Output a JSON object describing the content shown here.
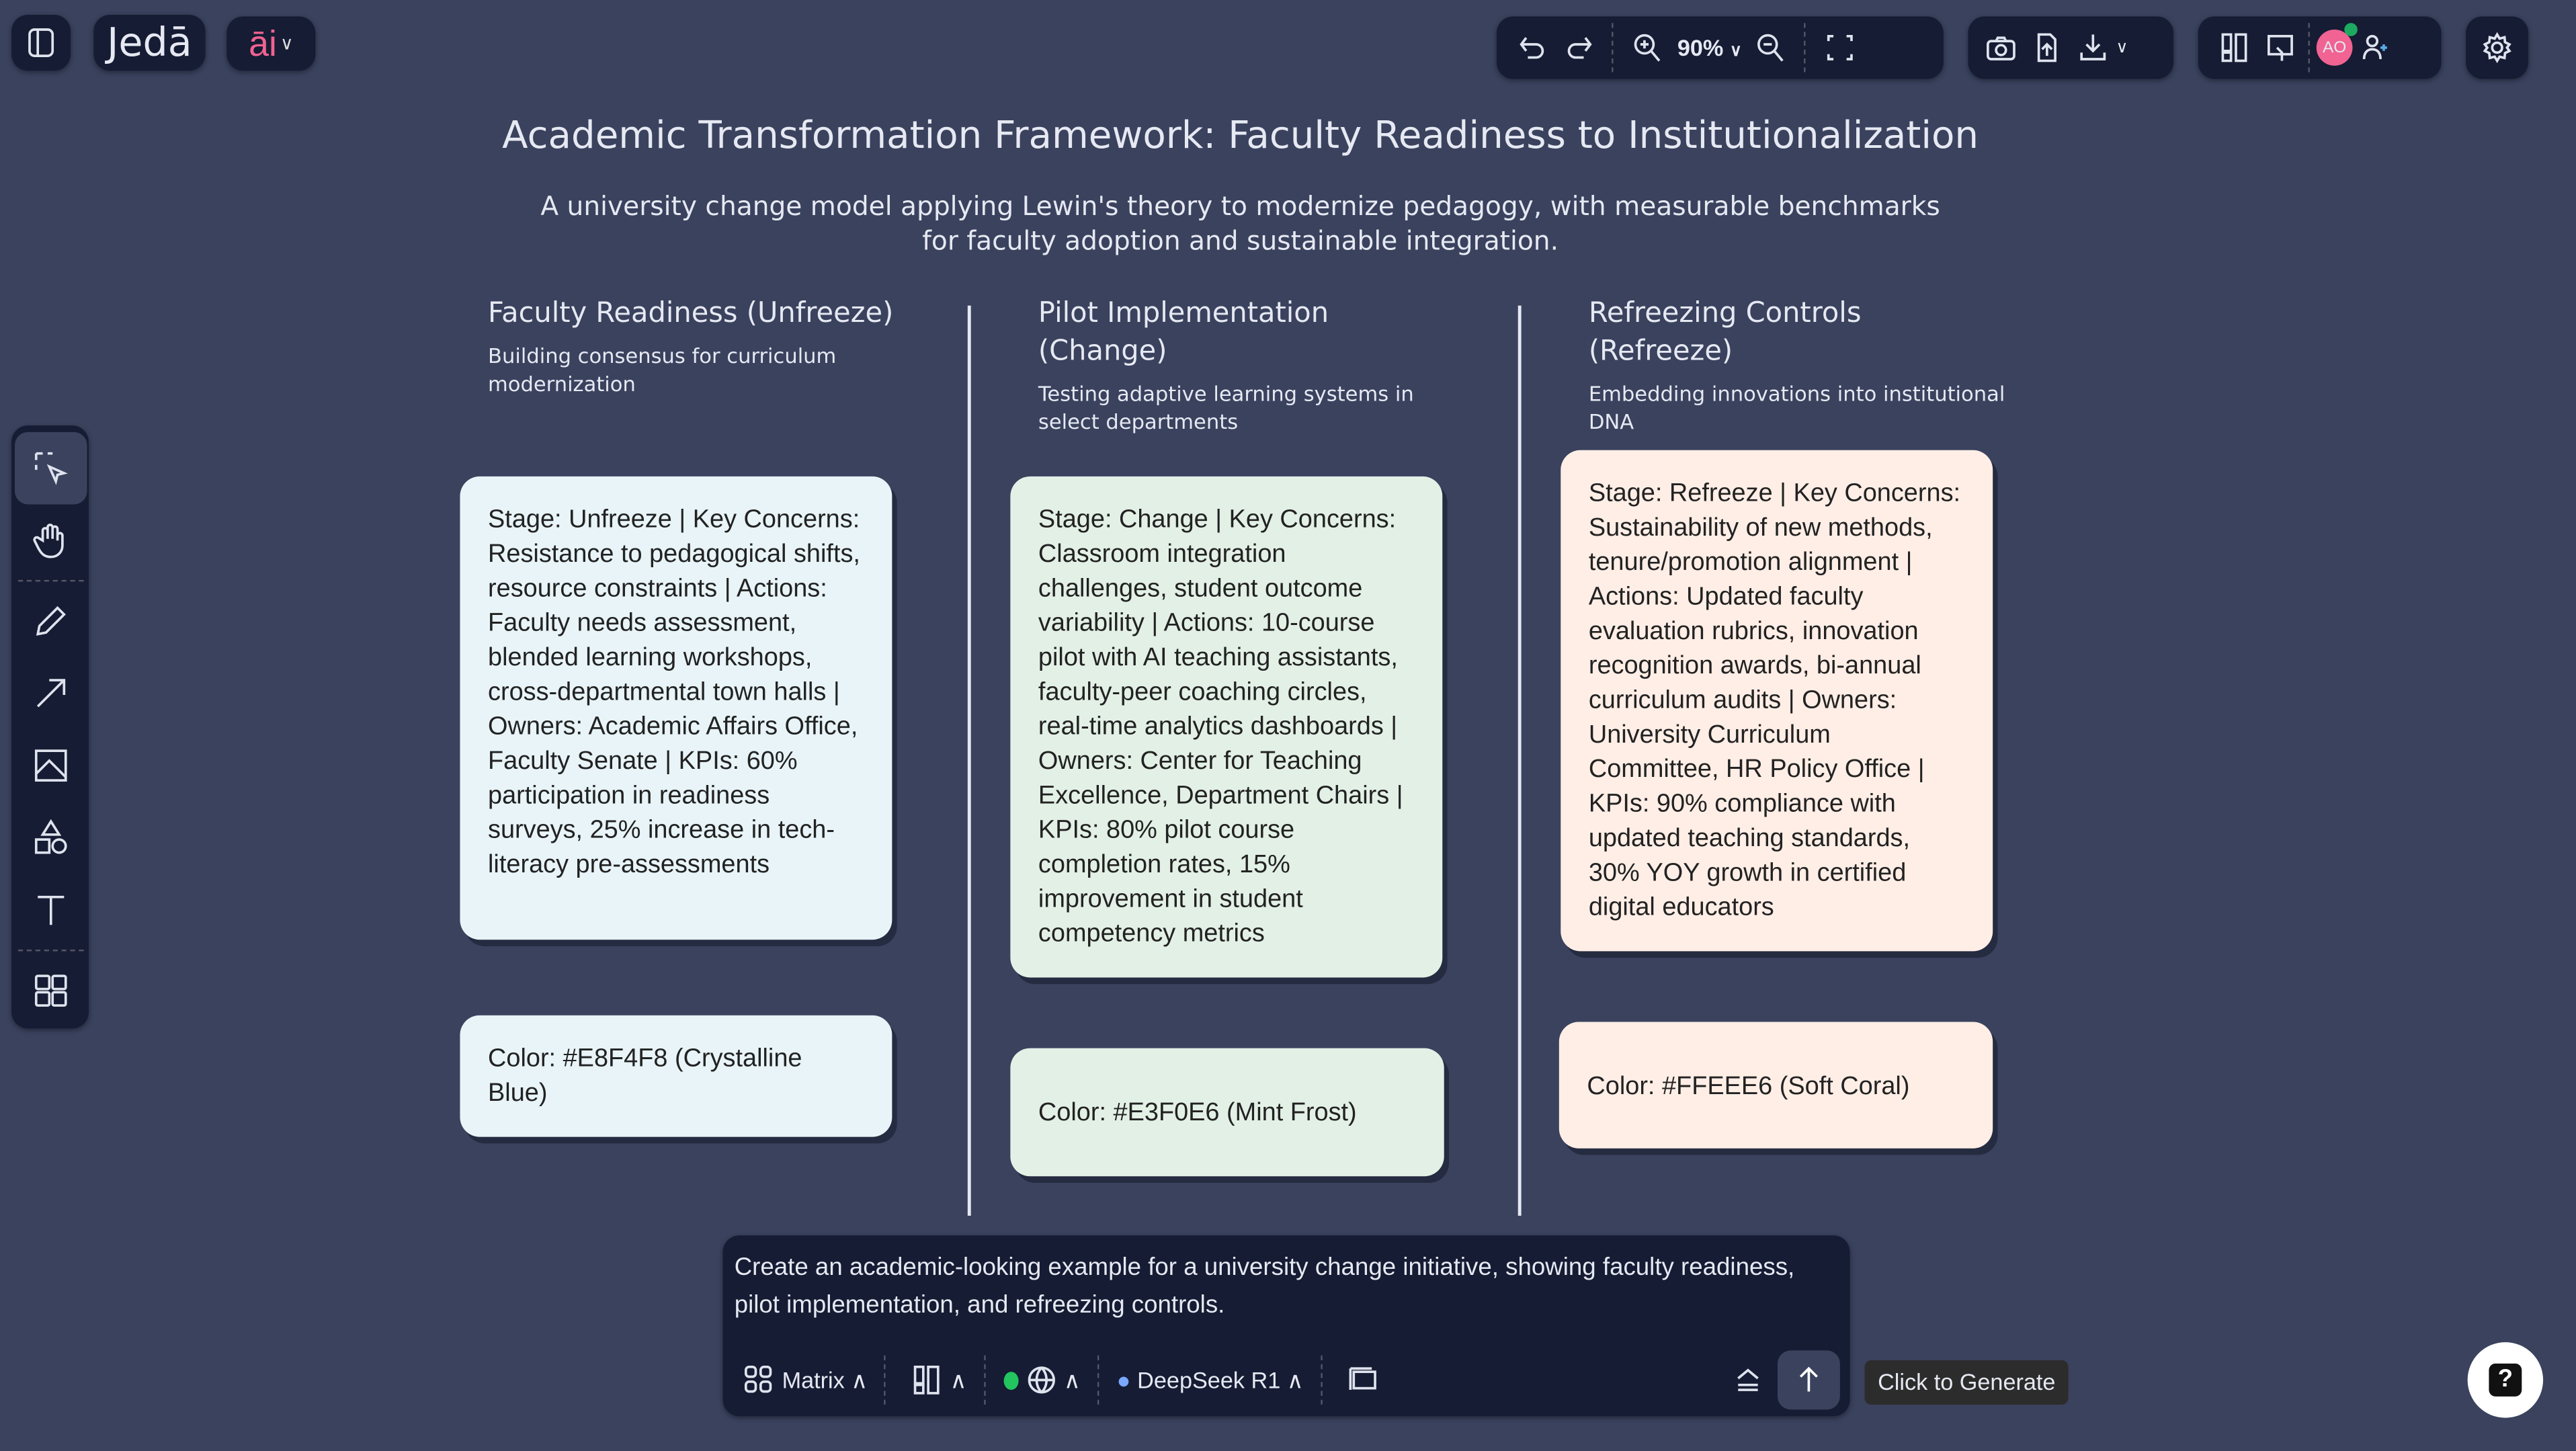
{
  "app": {
    "logo": "Jedā",
    "ai_menu": "āi"
  },
  "toolbar": {
    "zoom": "90%",
    "avatar_initials": "AO"
  },
  "canvas": {
    "title": "Academic Transformation Framework: Faculty Readiness to Institutionalization",
    "subtitle": "A university change model applying Lewin's theory to modernize pedagogy, with measurable benchmarks for faculty adoption and sustainable integration.",
    "columns": [
      {
        "heading": "Faculty Readiness (Unfreeze)",
        "sub": "Building consensus for curriculum modernization",
        "card": "Stage: Unfreeze | Key Concerns: Resistance to pedagogical shifts, resource constraints | Actions: Faculty needs assessment, blended learning workshops, cross-departmental town halls | Owners: Academic Affairs Office, Faculty Senate | KPIs: 60% participation in readiness surveys, 25% increase in tech-literacy pre-assessments",
        "color_label": "Color: #E8F4F8 (Crystalline Blue)",
        "color": "#E8F4F8"
      },
      {
        "heading": "Pilot Implementation (Change)",
        "sub": "Testing adaptive learning systems in select departments",
        "card": "Stage: Change | Key Concerns: Classroom integration challenges, student outcome variability | Actions: 10-course pilot with AI teaching assistants, faculty-peer coaching circles, real-time analytics dashboards | Owners: Center for Teaching Excellence, Department Chairs | KPIs: 80% pilot course completion rates, 15% improvement in student competency metrics",
        "color_label": "Color: #E3F0E6 (Mint Frost)",
        "color": "#E3F0E6"
      },
      {
        "heading": "Refreezing Controls (Refreeze)",
        "sub": "Embedding innovations into institutional DNA",
        "card": "Stage: Refreeze | Key Concerns: Sustainability of new methods, tenure/promotion alignment | Actions: Updated faculty evaluation rubrics, innovation recognition awards, bi-annual curriculum audits | Owners: University Curriculum Committee, HR Policy Office | KPIs: 90% compliance with updated teaching standards, 30% YOY growth in certified digital educators",
        "color_label": "Color: #FFEEE6 (Soft Coral)",
        "color": "#FFEEE6"
      }
    ]
  },
  "prompt": {
    "text": "Create an academic-looking example for a university change initiative, showing faculty readiness, pilot implementation, and refreezing controls.",
    "layout_label": "Matrix",
    "model_label": "DeepSeek R1",
    "tooltip": "Click to Generate"
  },
  "help": "?"
}
